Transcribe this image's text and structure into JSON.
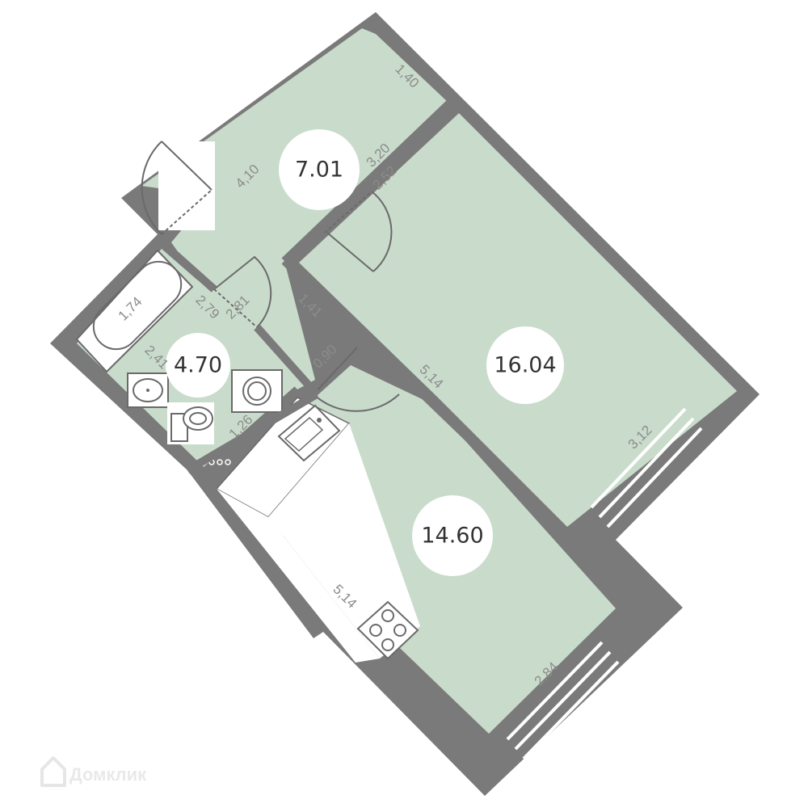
{
  "floorplan": {
    "rooms": [
      {
        "id": "hall",
        "area": "7.01"
      },
      {
        "id": "bedroom",
        "area": "16.04"
      },
      {
        "id": "bathroom",
        "area": "4.70"
      },
      {
        "id": "kitchen",
        "area": "14.60"
      }
    ],
    "dimensions": {
      "hall_top": "1,40",
      "hall_left": "4,10",
      "hall_right": "3,20",
      "bedroom_entry": "2,52",
      "bath_tub": "1,74",
      "bath_wall": "2,79",
      "bath_door": "2,81",
      "corridor": "1,41",
      "bath_side": "2,41",
      "bath_short": "1,26",
      "kitchen_door": "0,90",
      "bedroom_wall": "5,14",
      "bedroom_window": "3,12",
      "kitchen_wall": "5,14",
      "kitchen_window": "2,84"
    },
    "colors": {
      "floor": "#c9dbcb",
      "wall": "#7a7a7a",
      "badge": "#ffffff",
      "line": "#6a6a6a"
    }
  },
  "watermark": {
    "text": "Домклик",
    "icon": "home-icon"
  }
}
